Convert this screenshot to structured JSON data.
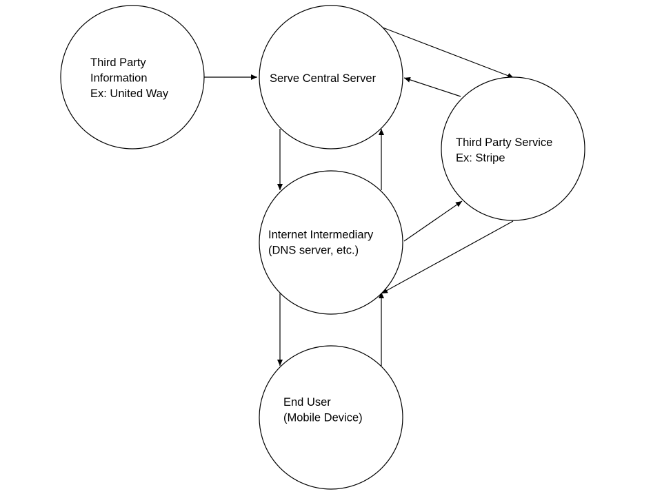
{
  "diagram": {
    "nodes": [
      {
        "id": "third_party_info",
        "lines": [
          "Third Party",
          "Information",
          "Ex: United Way"
        ]
      },
      {
        "id": "central_server",
        "lines": [
          "Serve Central Server"
        ]
      },
      {
        "id": "third_party_service",
        "lines": [
          "Third Party Service",
          "Ex: Stripe"
        ]
      },
      {
        "id": "internet_intermediary",
        "lines": [
          "Internet Intermediary",
          "(DNS server, etc.)"
        ]
      },
      {
        "id": "end_user",
        "lines": [
          "End User",
          "(Mobile Device)"
        ]
      }
    ],
    "edges": [
      {
        "from": "third_party_info",
        "to": "central_server"
      },
      {
        "from": "central_server",
        "to": "third_party_service"
      },
      {
        "from": "third_party_service",
        "to": "central_server"
      },
      {
        "from": "central_server",
        "to": "internet_intermediary"
      },
      {
        "from": "internet_intermediary",
        "to": "central_server"
      },
      {
        "from": "internet_intermediary",
        "to": "third_party_service"
      },
      {
        "from": "third_party_service",
        "to": "internet_intermediary"
      },
      {
        "from": "internet_intermediary",
        "to": "end_user"
      },
      {
        "from": "end_user",
        "to": "internet_intermediary"
      }
    ]
  }
}
